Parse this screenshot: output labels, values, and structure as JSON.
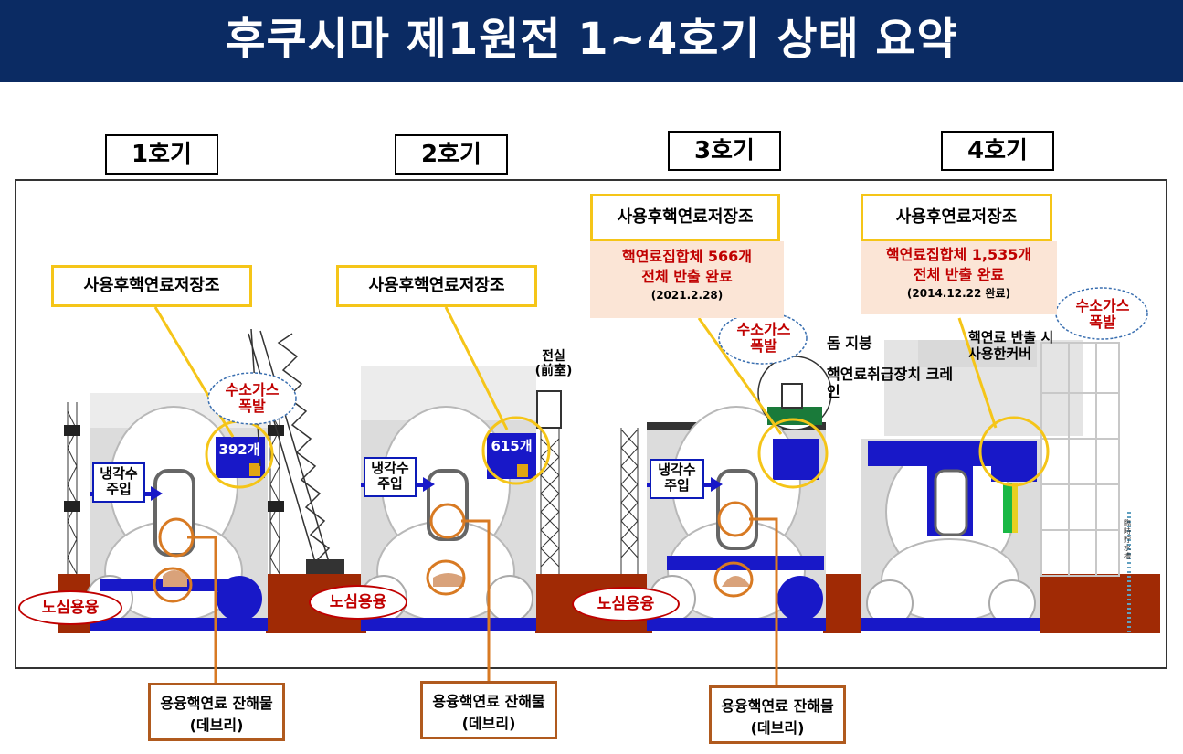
{
  "title": "후쿠시마 제1원전 1~4호기 상태 요약",
  "units": [
    {
      "label": "1호기",
      "pool_label": "사용후핵연료저장조",
      "pool_count": "392개",
      "cooling": "냉각수 주입",
      "explosion": "수소가스 폭발",
      "melt": "노심용융",
      "debris": "용융핵연료 잔해물(데브리)"
    },
    {
      "label": "2호기",
      "pool_label": "사용후핵연료저장조",
      "pool_count": "615개",
      "cooling": "냉각수 주입",
      "anteroom": "전실 (前室)",
      "melt": "노심용융",
      "debris": "용융핵연료 잔해물(데브리)"
    },
    {
      "label": "3호기",
      "pool_label": "사용후핵연료저장조",
      "status_line1": "핵연료집합체 566개",
      "status_line2": "전체 반출 완료",
      "status_date": "(2021.2.28)",
      "cooling": "냉각수 주입",
      "explosion": "수소가스 폭발",
      "dome": "돔 지붕",
      "crane": "핵연료취급장치 크레인",
      "melt": "노심용융",
      "debris": "용융핵연료 잔해물(데브리)"
    },
    {
      "label": "4호기",
      "pool_label": "사용후연료저장조",
      "status_line1": "핵연료집합체 1,535개",
      "status_line2": "전체 반출 완료",
      "status_date": "(2014.12.22 완료)",
      "explosion": "수소가스 폭발",
      "cover": "핵연료 반출 시 사용한커버",
      "tank_label": "臨時貯水槽"
    }
  ],
  "colors": {
    "header": "#0b2b63",
    "water": "#1818c8",
    "ground": "#a02a05",
    "highlight": "#f5c518",
    "leader": "#d87a23",
    "alert": "#c00000",
    "building": "#d8d8d8"
  }
}
